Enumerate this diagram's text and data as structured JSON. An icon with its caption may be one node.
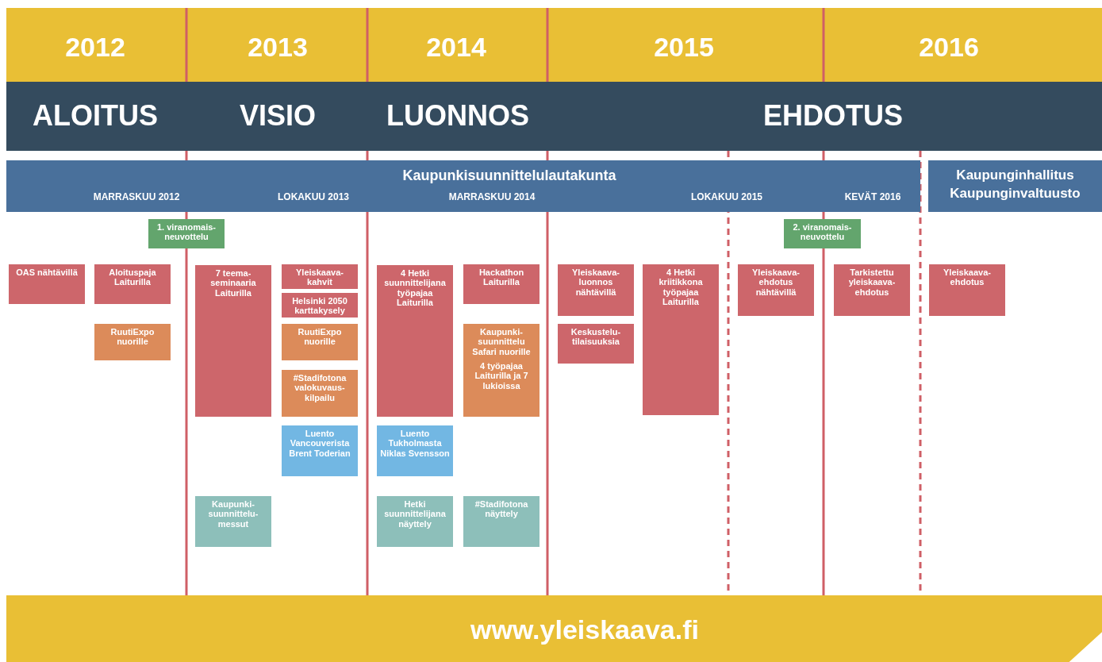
{
  "diagram": {
    "nodes": [
      {
        "text": [
          "Kaupunkisuunnittelulautakunta",
          "MARRASKUU 2012",
          "LOKAKUU 2013",
          "MARRASKUU 2014",
          "LOKAKUU 2015",
          "KEVÄT 2016"
        ]
      },
      {
        "text": [
          "Kaupunginhallitus",
          "Kaupunginvaltuusto"
        ]
      },
      {
        "text": [
          "1. viranomais- neuvottelu"
        ]
      },
      {
        "text": [
          "2. viranomais- neuvottelu"
        ]
      },
      {
        "text": [
          "OAS nähtävillä"
        ]
      },
      {
        "text": [
          "Aloituspaja Laiturilla"
        ]
      },
      {
        "text": [
          "RuutiExpo nuorille"
        ]
      },
      {
        "text": [
          "7 teema- seminaaria Laiturilla"
        ]
      },
      {
        "text": [
          "Yleiskaava- kahvit"
        ]
      },
      {
        "text": [
          "Helsinki 2050 karttakysely"
        ]
      },
      {
        "text": [
          "RuutiExpo nuorille"
        ]
      },
      {
        "text": [
          "#Stadifotona valokuvaus- kilpailu"
        ]
      },
      {
        "text": [
          "Luento Vancouverista Brent Toderian"
        ]
      },
      {
        "text": [
          "Kaupunki- suunnittelu- messut"
        ]
      },
      {
        "text": [
          "4 Hetki suunnittelijana työpajaa Laiturilla"
        ]
      },
      {
        "text": [
          "Luento Tukholmasta Niklas Svensson"
        ]
      },
      {
        "text": [
          "Hetki suunnittelijana näyttely"
        ]
      },
      {
        "text": [
          "Hackathon Laiturilla"
        ]
      },
      {
        "text": [
          "Kaupunki- suunnittelu Safari nuorille",
          "4 työpajaa Laiturilla ja 7 lukioissa"
        ]
      },
      {
        "text": [
          "#Stadifotona näyttely"
        ]
      },
      {
        "text": [
          "Yleiskaava- luonnos nähtävillä"
        ]
      },
      {
        "text": [
          "Keskustelu- tilaisuuksia"
        ]
      },
      {
        "text": [
          "4 Hetki kriitikkona työpajaa Laiturilla"
        ]
      },
      {
        "text": [
          "Yleiskaava- ehdotus nähtävillä"
        ]
      },
      {
        "text": [
          "Tarkistettu yleiskaava- ehdotus"
        ]
      },
      {
        "text": [
          "Yleiskaava- ehdotus"
        ]
      }
    ],
    "labels": [
      "2012",
      "2013",
      "2014",
      "2015",
      "2016",
      "ALOITUS",
      "VISIO",
      "LUONNOS",
      "EHDOTUS",
      "www.yleiskaava.fi"
    ]
  }
}
